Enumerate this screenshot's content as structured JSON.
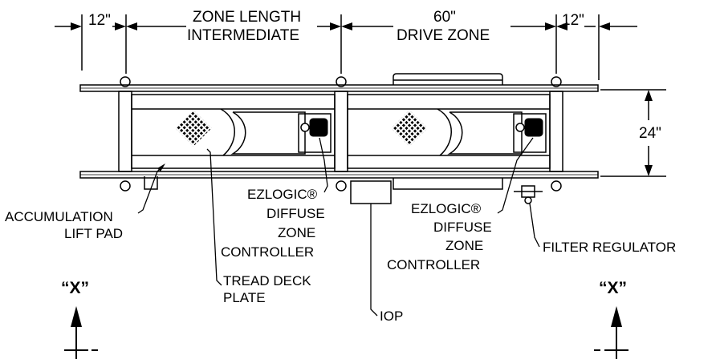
{
  "dimensions": {
    "left_end": "12\"",
    "zone_length_line1": "ZONE LENGTH",
    "zone_length_line2": "INTERMEDIATE",
    "drive_zone_length": "60\"",
    "drive_zone_label": "DRIVE ZONE",
    "right_end": "12\"",
    "width": "24\""
  },
  "callouts": {
    "accumulation_line1": "ACCUMULATION",
    "accumulation_line2": "LIFT PAD",
    "controller1_line1": "EZLOGIC®",
    "controller1_line2": "DIFFUSE",
    "controller1_line3": "ZONE",
    "controller1_line4": "CONTROLLER",
    "controller2_line1": "EZLOGIC®",
    "controller2_line2": "DIFFUSE",
    "controller2_line3": "ZONE",
    "controller2_line4": "CONTROLLER",
    "tread_line1": "TREAD DECK",
    "tread_line2": "PLATE",
    "iop": "IOP",
    "filter_regulator": "FILTER REGULATOR"
  },
  "section_markers": {
    "left": "“X”",
    "right": "“X”"
  }
}
